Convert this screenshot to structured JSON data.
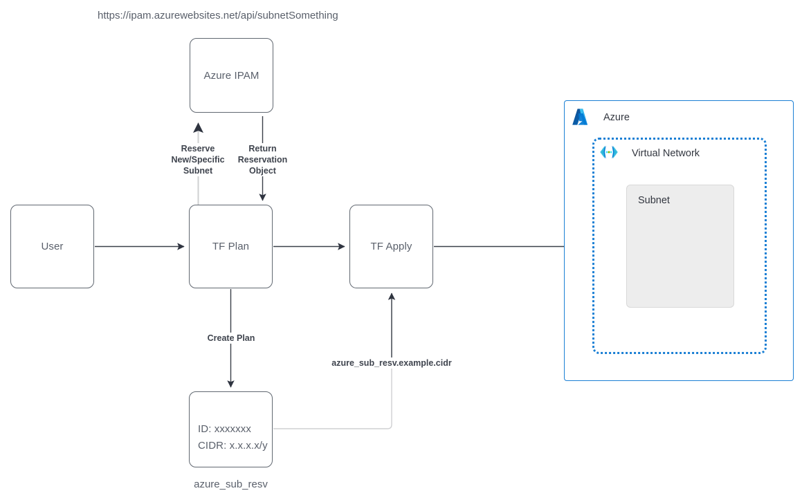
{
  "diagram": {
    "title_url": "https://ipam.azurewebsites.net/api/subnetSomething",
    "nodes": {
      "ipam": {
        "label": "Azure IPAM"
      },
      "user": {
        "label": "User"
      },
      "tf_plan": {
        "label": "TF Plan"
      },
      "tf_apply": {
        "label": "TF Apply"
      },
      "resv": {
        "line1": "ID: xxxxxxx",
        "line2": "CIDR: x.x.x.x/y",
        "caption": "azure_sub_resv"
      }
    },
    "edge_labels": {
      "reserve": "Reserve\nNew/Specific\nSubnet",
      "return": "Return\nReservation\nObject",
      "create_plan": "Create Plan",
      "cidr_ref": "azure_sub_resv.example.cidr"
    },
    "cloud": {
      "azure_label": "Azure",
      "azure_icon": "azure-logo-icon",
      "vnet_label": "Virtual Network",
      "vnet_icon": "virtual-network-icon",
      "subnet_label": "Subnet"
    },
    "colors": {
      "azure_blue": "#1a7fd4",
      "stroke": "#606770",
      "text": "#5a606b",
      "bold_text": "#3f444e",
      "subnet_fill": "#ededed",
      "light_connector": "#cfd0d2"
    }
  }
}
